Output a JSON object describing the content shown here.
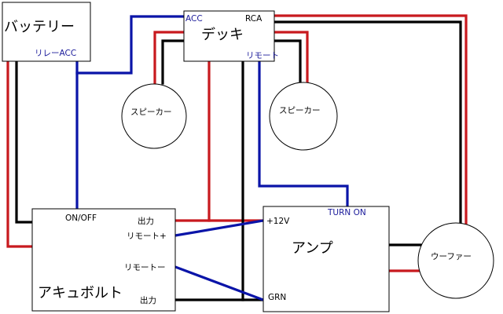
{
  "colors": {
    "positive_wire": "#c8191e",
    "ground_wire": "#000000",
    "signal_wire": "#0a14a8",
    "label_blue": "#1a1a9a"
  },
  "battery": {
    "title": "バッテリー",
    "relay_acc_label": "リレーACC"
  },
  "deck": {
    "title": "デッキ",
    "acc_label": "ACC",
    "rca_label": "RCA",
    "remote_label": "リモート"
  },
  "speakers": [
    {
      "label": "スピーカー"
    },
    {
      "label": "スピーカー"
    }
  ],
  "accubolt": {
    "title": "アキュボルト",
    "on_off_label": "ON/OFF",
    "output_top_label": "出力",
    "remote_plus_label": "リモート+",
    "remote_minus_label": "リモートー",
    "output_bottom_label": "出力"
  },
  "amp": {
    "title": "アンプ",
    "plus12v_label": "+12V",
    "turn_on_label": "TURN ON",
    "gnd_label": "GRN"
  },
  "woofer": {
    "label": "ウーファー"
  }
}
